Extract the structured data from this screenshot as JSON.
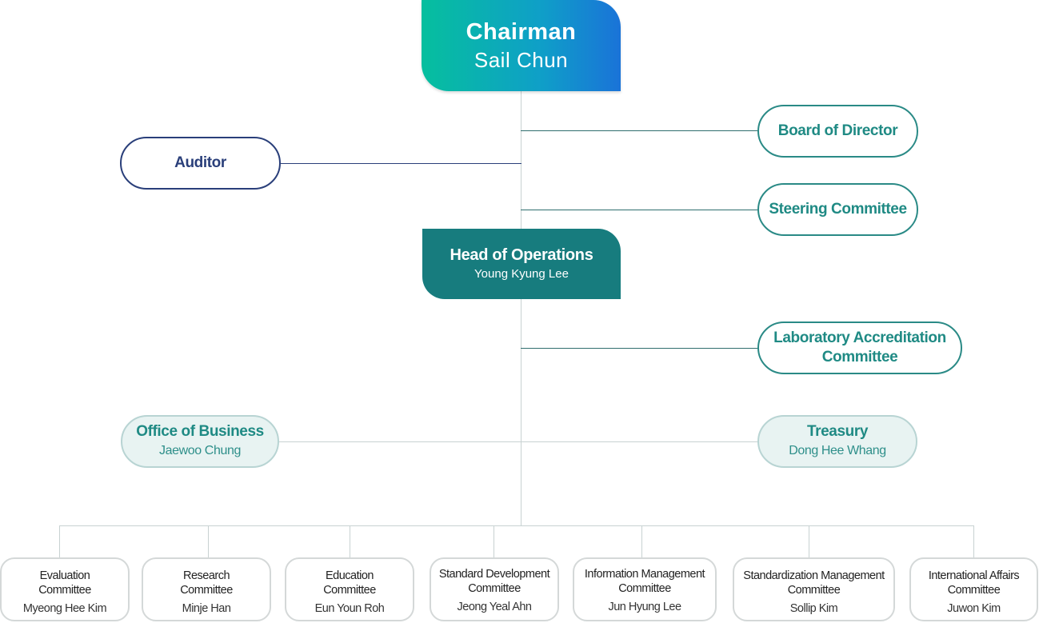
{
  "chairman": {
    "title": "Chairman",
    "name": "Sail Chun"
  },
  "board": "Board of Director",
  "auditor": "Auditor",
  "steering": "Steering Committee",
  "head": {
    "title": "Head of Operations",
    "name": "Young Kyung Lee"
  },
  "lab": {
    "line1": "Laboratory Accreditation",
    "line2": "Committee"
  },
  "office": {
    "title": "Office of Business",
    "name": "Jaewoo Chung"
  },
  "treasury": {
    "title": "Treasury",
    "name": "Dong Hee Whang"
  },
  "committees": [
    {
      "line1": "Evaluation",
      "line2": "Committee",
      "person": "Myeong Hee Kim"
    },
    {
      "line1": "Research",
      "line2": "Committee",
      "person": "Minje Han"
    },
    {
      "line1": "Education",
      "line2": "Committee",
      "person": "Eun Youn Roh"
    },
    {
      "line1": "Standard Development",
      "line2": "Committee",
      "person": "Jeong Yeal Ahn"
    },
    {
      "line1": "Information Management",
      "line2": "Committee",
      "person": "Jun Hyung Lee"
    },
    {
      "line1": "Standardization Management",
      "line2": "Committee",
      "person": "Sollip Kim"
    },
    {
      "line1": "International Affairs",
      "line2": "Committee",
      "person": "Juwon Kim"
    }
  ]
}
